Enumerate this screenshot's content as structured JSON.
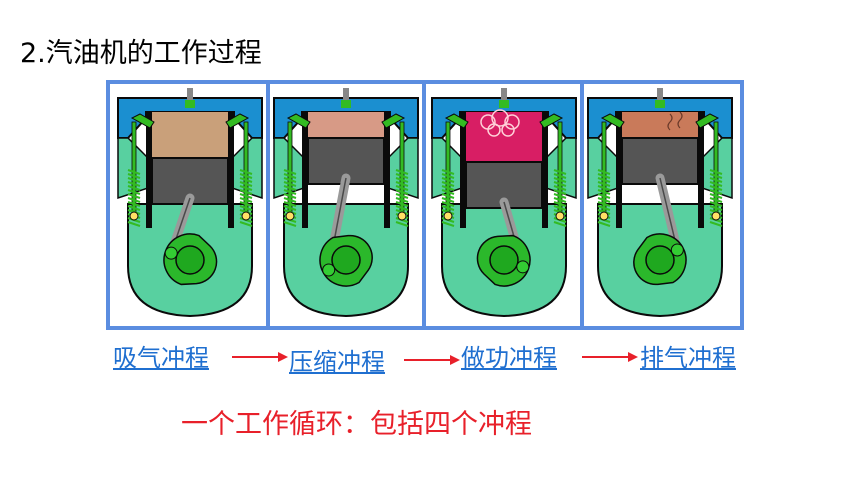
{
  "slide": {
    "title": "2.汽油机的工作过程",
    "summary": "一个工作循环：包括四个冲程"
  },
  "strokes": [
    {
      "label": "吸气冲程",
      "chamber_color": "#c9a07a",
      "spark": false,
      "exhaust_gas": false
    },
    {
      "label": "压缩冲程",
      "chamber_color": "#d79a86",
      "spark": false,
      "exhaust_gas": false
    },
    {
      "label": "做功冲程",
      "chamber_color": "#d81e64",
      "spark": true,
      "exhaust_gas": false
    },
    {
      "label": "排气冲程",
      "chamber_color": "#c97a5a",
      "spark": false,
      "exhaust_gas": true
    }
  ],
  "colors": {
    "frame": "#5b8de0",
    "cylinder_blue": "#1b8fd0",
    "crankcase": "#58d0a0",
    "valve_green": "#33bb22",
    "piston": "#555555",
    "label_blue": "#1f6fd0",
    "arrow_red": "#e8202a",
    "summary_red": "#e8202a"
  }
}
